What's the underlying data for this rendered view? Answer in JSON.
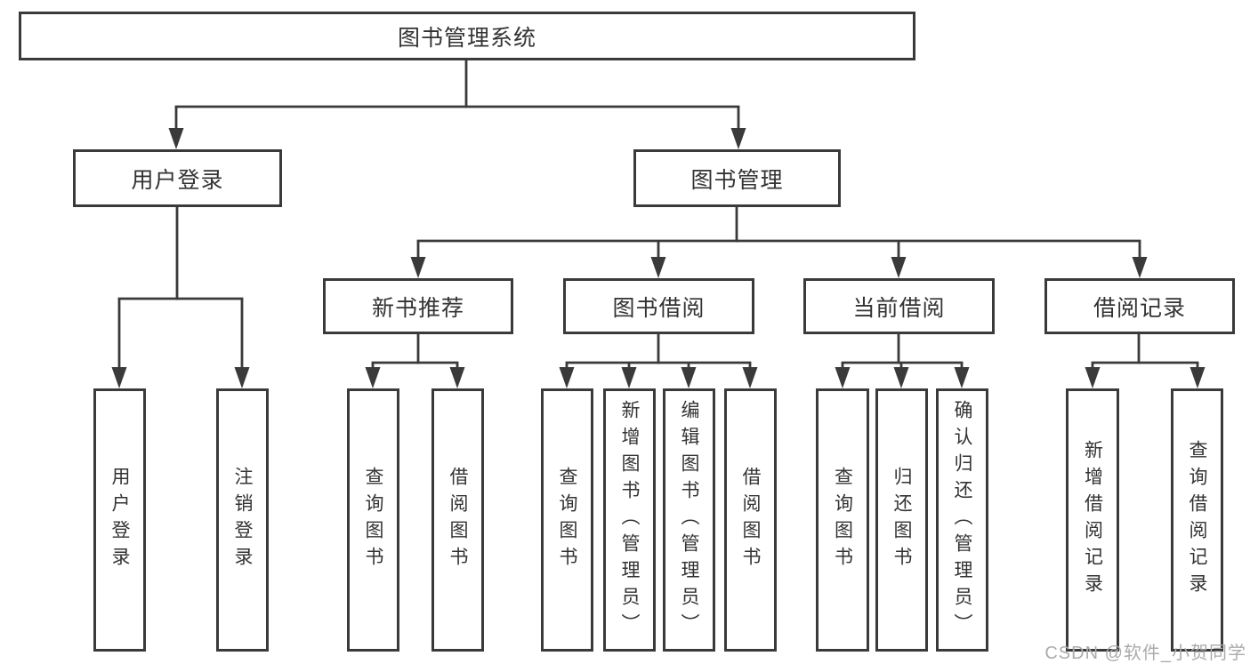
{
  "tree": {
    "root": {
      "label": "图书管理系统"
    },
    "branches": [
      {
        "label": "用户登录",
        "children": [
          {
            "label": "用户登录"
          },
          {
            "label": "注销登录"
          }
        ]
      },
      {
        "label": "图书管理",
        "children": [
          {
            "label": "新书推荐",
            "children": [
              {
                "label": "查询图书"
              },
              {
                "label": "借阅图书"
              }
            ]
          },
          {
            "label": "图书借阅",
            "children": [
              {
                "label": "查询图书"
              },
              {
                "label": "新增图书（管理员）"
              },
              {
                "label": "编辑图书（管理员）"
              },
              {
                "label": "借阅图书"
              }
            ]
          },
          {
            "label": "当前借阅",
            "children": [
              {
                "label": "查询图书"
              },
              {
                "label": "归还图书"
              },
              {
                "label": "确认归还（管理员）"
              }
            ]
          },
          {
            "label": "借阅记录",
            "children": [
              {
                "label": "新增借阅记录"
              },
              {
                "label": "查询借阅记录"
              }
            ]
          }
        ]
      }
    ]
  },
  "watermark": "CSDN @软件_小贺同学",
  "colors": {
    "line": "#3a3a3a",
    "box_border": "#3a3a3a",
    "box_background": "#ffffff",
    "text": "#333333",
    "watermark": "#ababab",
    "page_background": "#ffffff"
  }
}
